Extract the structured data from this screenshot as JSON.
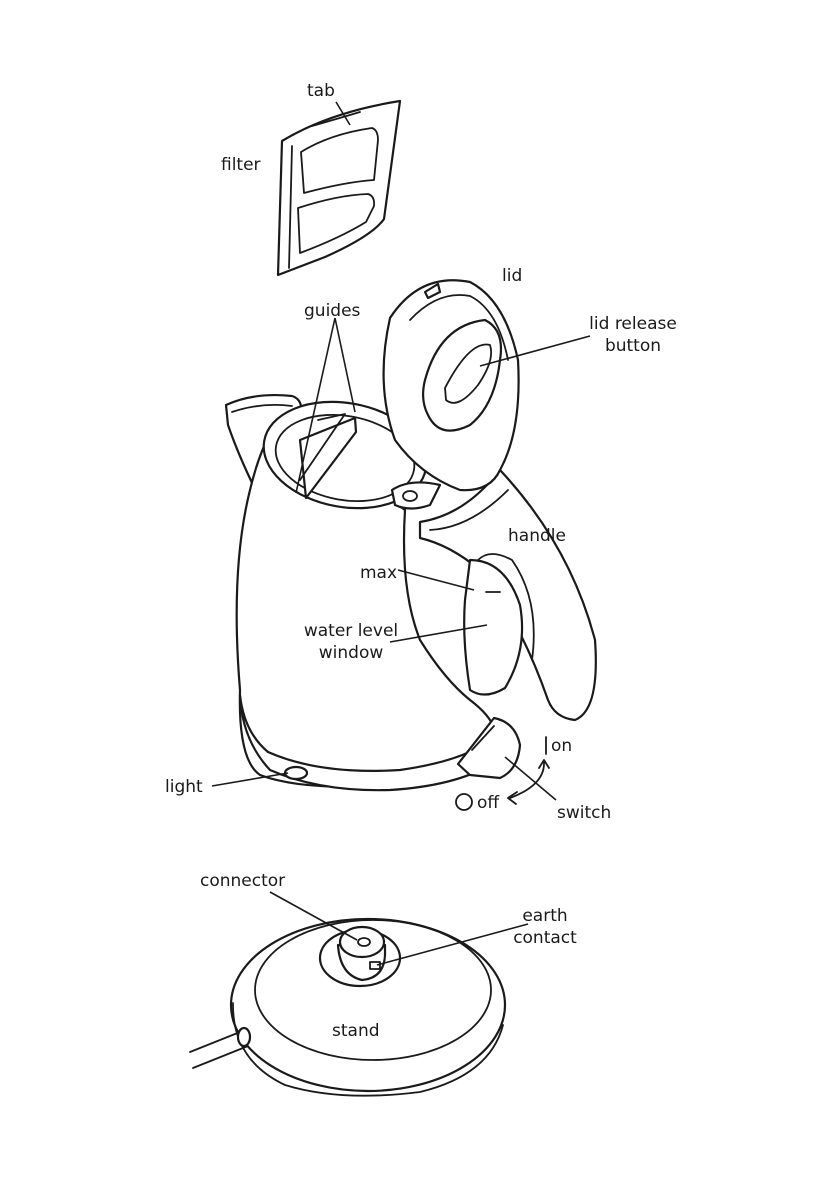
{
  "labels": {
    "tab": "tab",
    "filter": "filter",
    "lid": "lid",
    "lid_release_1": "lid release",
    "lid_release_2": "button",
    "guides": "guides",
    "handle": "handle",
    "max": "max",
    "water_level_1": "water level",
    "water_level_2": "window",
    "light": "light",
    "on": "on",
    "off": "off",
    "switch": "switch",
    "connector": "connector",
    "earth_1": "earth",
    "earth_2": "contact",
    "stand": "stand"
  }
}
